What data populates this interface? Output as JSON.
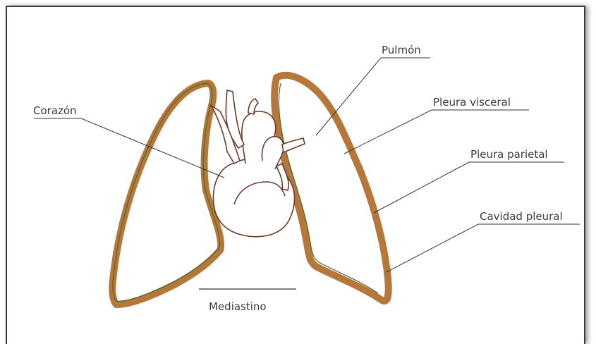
{
  "labels": {
    "pulmon": "Pulmón",
    "corazon": "Corazón",
    "pleura_visceral": "Pleura visceral",
    "pleura_parietal": "Pleura parietal",
    "cavidad_pleural": "Cavidad pleural",
    "mediastino": "Mediastino"
  },
  "colors": {
    "pleura": "#b5783a",
    "pleura_inner": "#4a6a2a",
    "outline": "#6b3a2a",
    "leader": "#333333",
    "frame": "#3a3a3a"
  }
}
